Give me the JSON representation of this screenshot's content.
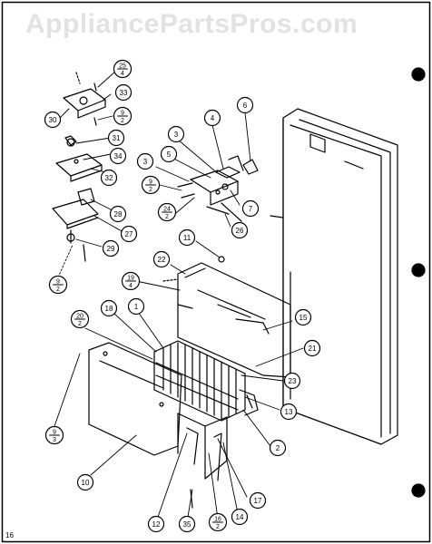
{
  "watermark": "AppliancePartsPros.com",
  "corner_number": "16",
  "callouts": [
    {
      "id": "c-25-4",
      "text": "25",
      "sub": "4"
    },
    {
      "id": "c-33",
      "text": "33"
    },
    {
      "id": "c-30",
      "text": "30"
    },
    {
      "id": "c-9-2-top",
      "text": "9",
      "sub": "2"
    },
    {
      "id": "c-31",
      "text": "31"
    },
    {
      "id": "c-34",
      "text": "34"
    },
    {
      "id": "c-32",
      "text": "32"
    },
    {
      "id": "c-28",
      "text": "28"
    },
    {
      "id": "c-27",
      "text": "27"
    },
    {
      "id": "c-29",
      "text": "29"
    },
    {
      "id": "c-9-2-left",
      "text": "9",
      "sub": "2"
    },
    {
      "id": "c-4",
      "text": "4"
    },
    {
      "id": "c-6",
      "text": "6"
    },
    {
      "id": "c-3a",
      "text": "3"
    },
    {
      "id": "c-3b",
      "text": "3"
    },
    {
      "id": "c-5",
      "text": "5"
    },
    {
      "id": "c-9-2-mid",
      "text": "9",
      "sub": "2"
    },
    {
      "id": "c-24-2",
      "text": "24",
      "sub": "2"
    },
    {
      "id": "c-7",
      "text": "7"
    },
    {
      "id": "c-26",
      "text": "26"
    },
    {
      "id": "c-11",
      "text": "11"
    },
    {
      "id": "c-22",
      "text": "22"
    },
    {
      "id": "c-19-4",
      "text": "19",
      "sub": "4"
    },
    {
      "id": "c-20-2",
      "text": "20",
      "sub": "2"
    },
    {
      "id": "c-18",
      "text": "18"
    },
    {
      "id": "c-1",
      "text": "1"
    },
    {
      "id": "c-15",
      "text": "15"
    },
    {
      "id": "c-21",
      "text": "21"
    },
    {
      "id": "c-23",
      "text": "23"
    },
    {
      "id": "c-13",
      "text": "13"
    },
    {
      "id": "c-9-3",
      "text": "9",
      "sub": "3"
    },
    {
      "id": "c-2",
      "text": "2"
    },
    {
      "id": "c-10",
      "text": "10"
    },
    {
      "id": "c-17",
      "text": "17"
    },
    {
      "id": "c-12",
      "text": "12"
    },
    {
      "id": "c-35",
      "text": "35"
    },
    {
      "id": "c-16-2",
      "text": "16",
      "sub": "2"
    },
    {
      "id": "c-14",
      "text": "14"
    }
  ]
}
